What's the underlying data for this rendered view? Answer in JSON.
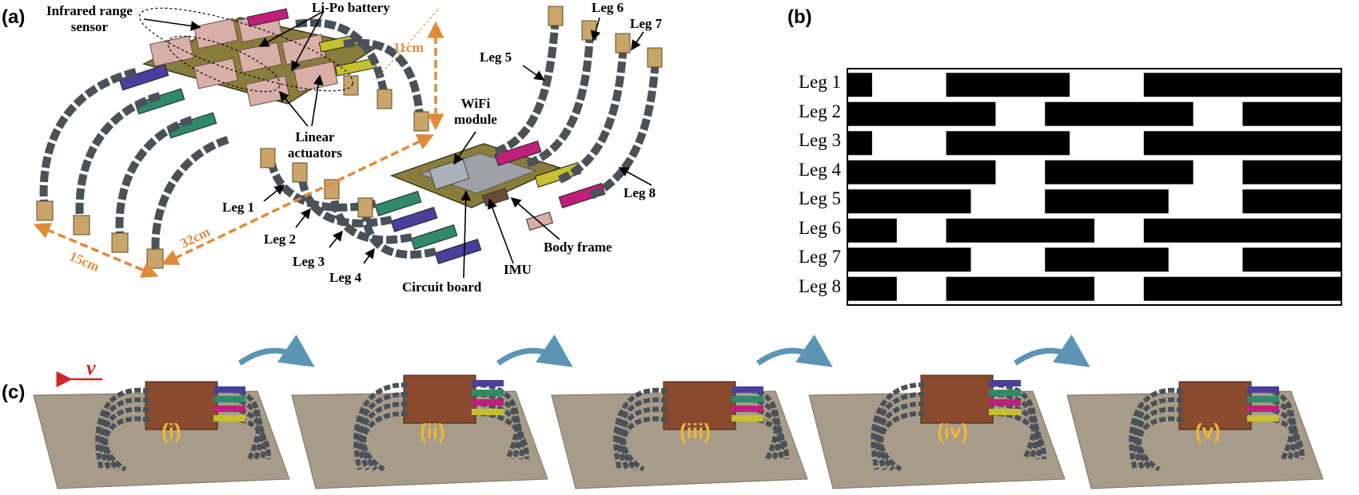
{
  "panels": {
    "a": "(a)",
    "b": "(b)",
    "c": "(c)"
  },
  "robot_a": {
    "callouts": {
      "infrared": "Infrared range\nsensor",
      "battery": "Li-Po battery",
      "actuators": "Linear\nactuators",
      "wifi": "WiFi\nmodule",
      "body_frame": "Body frame",
      "imu": "IMU",
      "circuit_board": "Circuit board"
    },
    "legs": [
      "Leg 1",
      "Leg 2",
      "Leg 3",
      "Leg 4",
      "Leg 5",
      "Leg 6",
      "Leg 7",
      "Leg 8"
    ],
    "dimensions": {
      "height": "11cm",
      "length": "32cm",
      "width": "15cm"
    }
  },
  "gait": {
    "legs": [
      "Leg 1",
      "Leg 2",
      "Leg 3",
      "Leg 4",
      "Leg 5",
      "Leg 6",
      "Leg 7",
      "Leg 8"
    ],
    "stance_segments": [
      [
        [
          0.0,
          0.05
        ],
        [
          0.2,
          0.45
        ],
        [
          0.6,
          1.0
        ]
      ],
      [
        [
          0.0,
          0.3
        ],
        [
          0.4,
          0.7
        ],
        [
          0.8,
          1.0
        ]
      ],
      [
        [
          0.0,
          0.05
        ],
        [
          0.2,
          0.45
        ],
        [
          0.6,
          1.0
        ]
      ],
      [
        [
          0.0,
          0.3
        ],
        [
          0.4,
          0.7
        ],
        [
          0.8,
          1.0
        ]
      ],
      [
        [
          0.0,
          0.25
        ],
        [
          0.4,
          0.65
        ],
        [
          0.8,
          1.0
        ]
      ],
      [
        [
          0.0,
          0.1
        ],
        [
          0.2,
          0.5
        ],
        [
          0.6,
          1.0
        ]
      ],
      [
        [
          0.0,
          0.25
        ],
        [
          0.4,
          0.65
        ],
        [
          0.8,
          1.0
        ]
      ],
      [
        [
          0.0,
          0.1
        ],
        [
          0.2,
          0.5
        ],
        [
          0.6,
          1.0
        ]
      ]
    ],
    "stance_color": "#000000"
  },
  "sequence": {
    "velocity_label": "v",
    "frames": [
      "(i)",
      "(ii)",
      "(iii)",
      "(iv)",
      "(v)"
    ],
    "arrow_color": "#5b95b3",
    "label_color": "#f0b53a"
  }
}
